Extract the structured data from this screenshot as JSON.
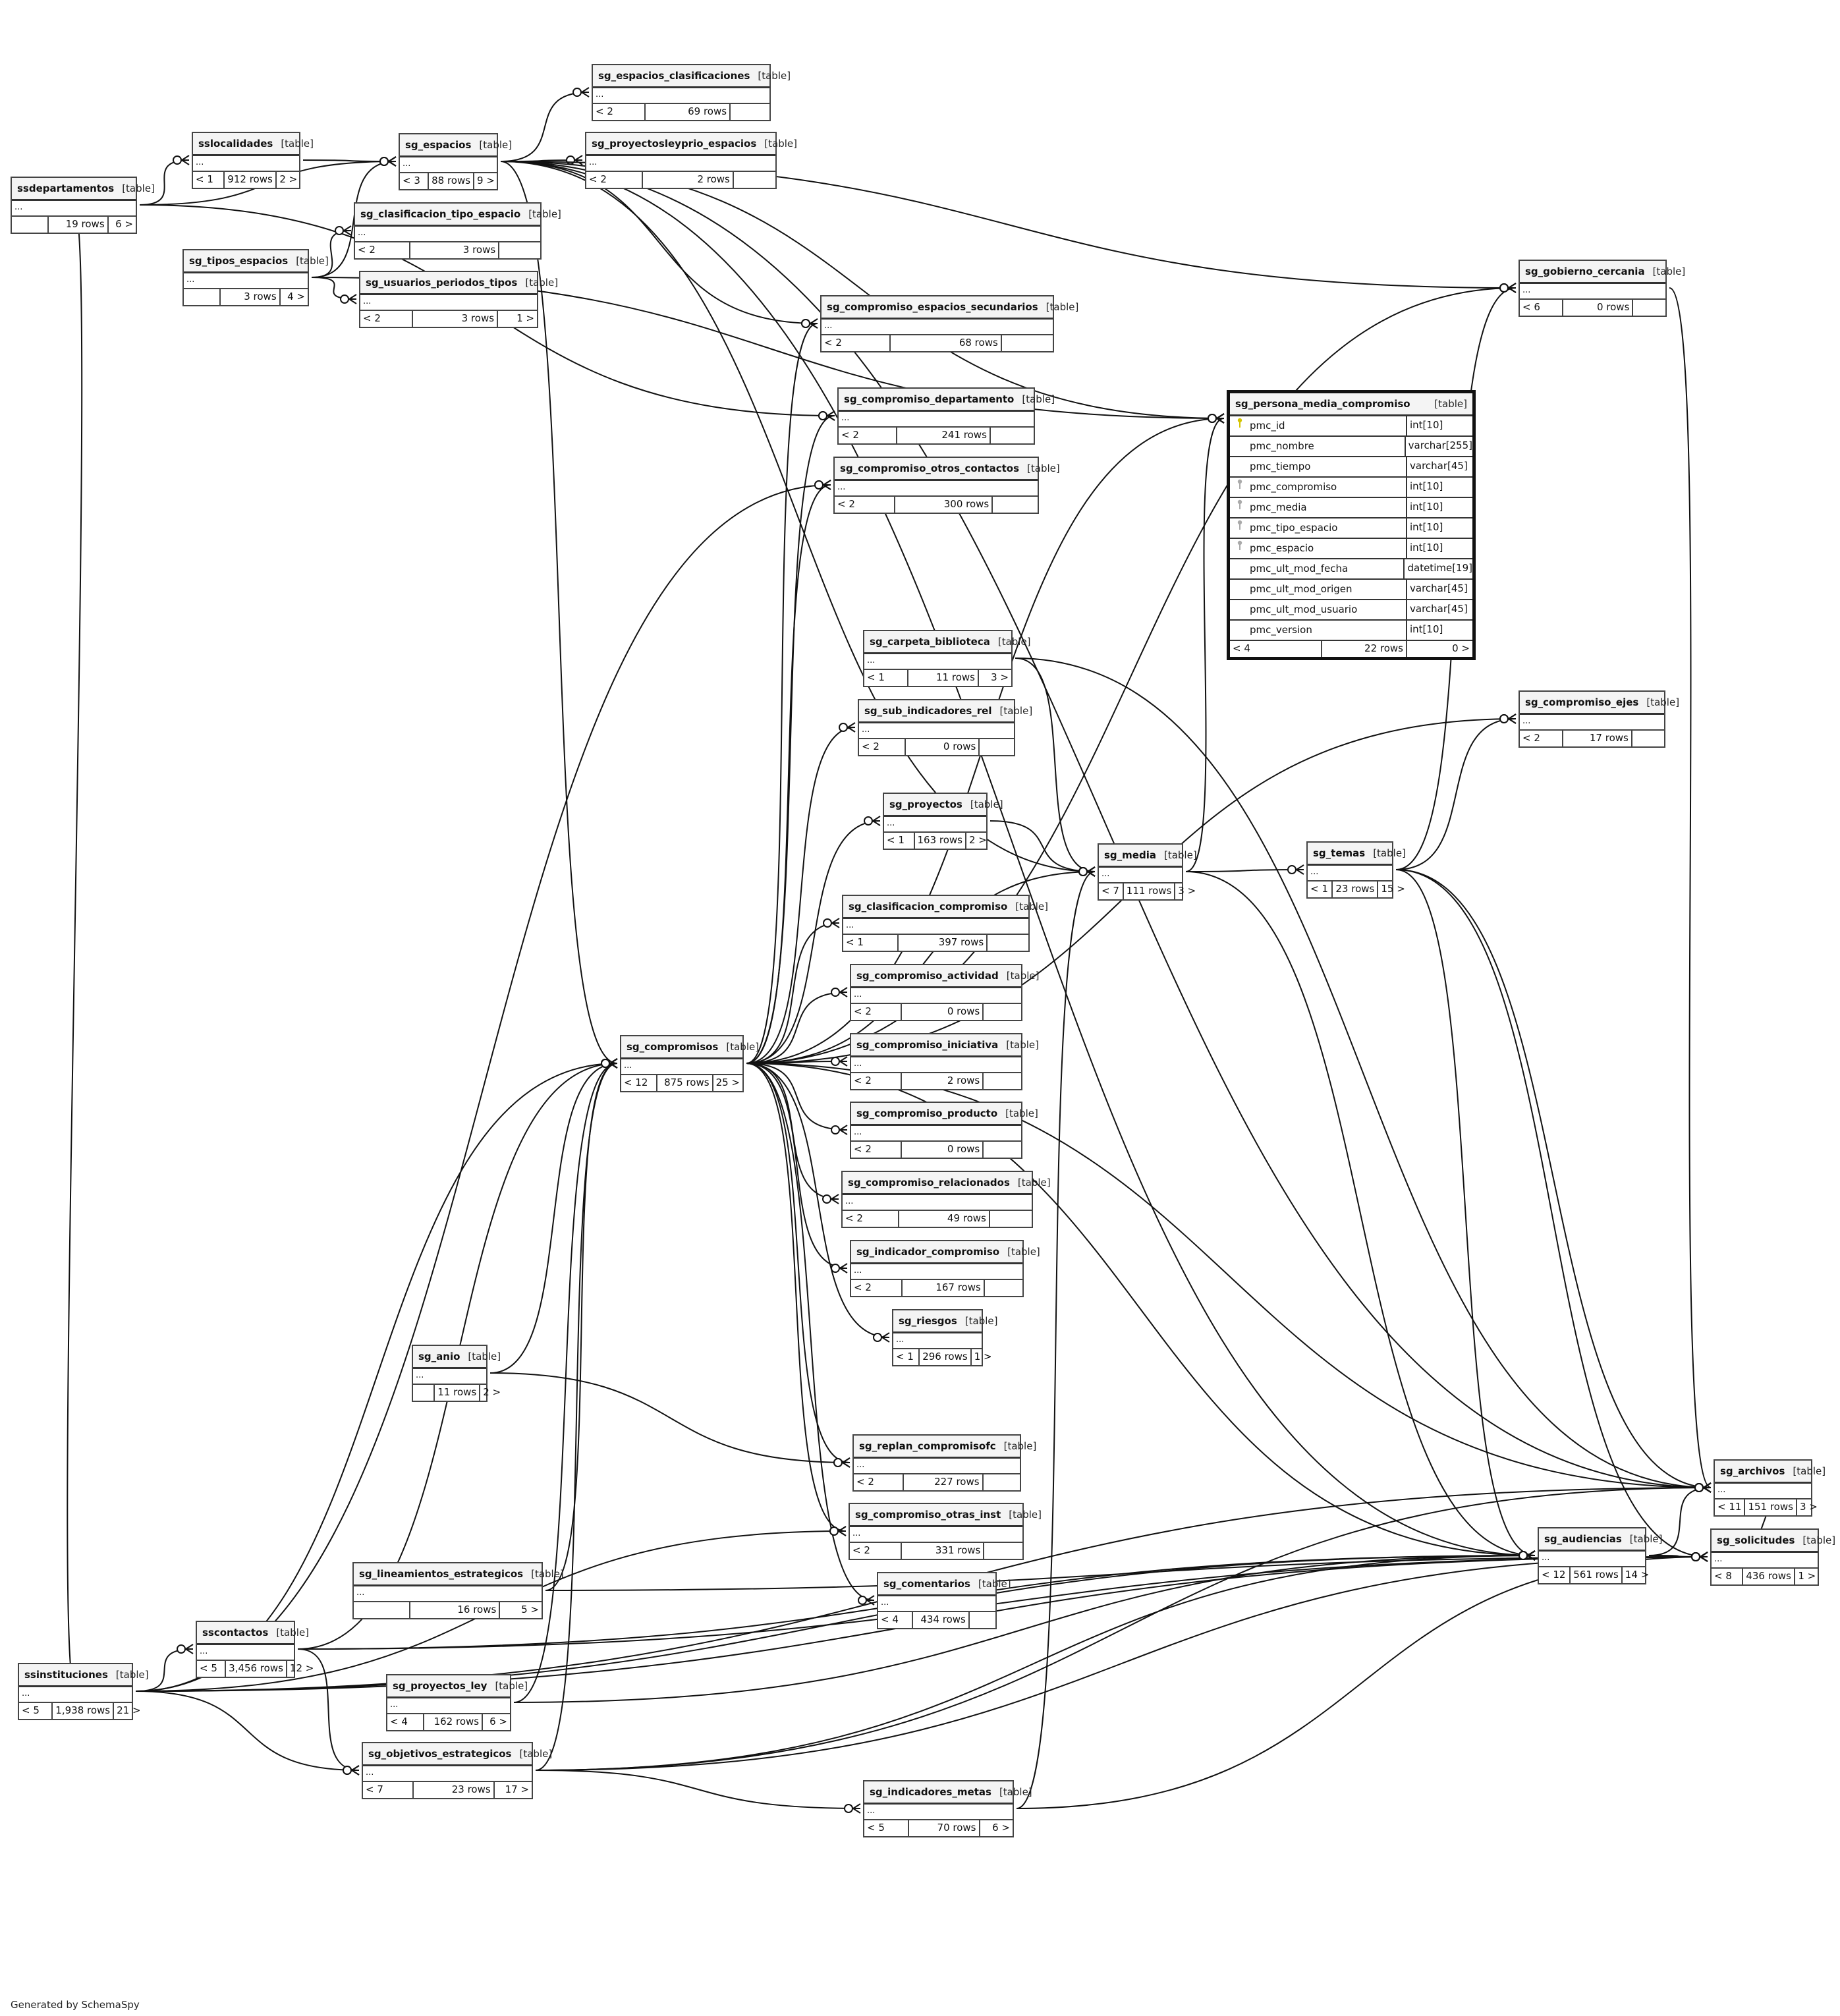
{
  "diagram": {
    "kind_label": "[table]",
    "ellipsis": "...",
    "footer": "Generated by SchemaSpy",
    "tables": [
      {
        "id": "ssdepartamentos",
        "name": "ssdepartamentos",
        "parents": "",
        "rows": "19 rows",
        "children": "6 >"
      },
      {
        "id": "sslocalidades",
        "name": "sslocalidades",
        "parents": "< 1",
        "rows": "912 rows",
        "children": "2 >"
      },
      {
        "id": "sg_espacios",
        "name": "sg_espacios",
        "parents": "< 3",
        "rows": "88 rows",
        "children": "9 >"
      },
      {
        "id": "sg_espacios_clasificaciones",
        "name": "sg_espacios_clasificaciones",
        "parents": "< 2",
        "rows": "69 rows",
        "children": ""
      },
      {
        "id": "sg_proyectosleyprio_espacios",
        "name": "sg_proyectosleyprio_espacios",
        "parents": "< 2",
        "rows": "2 rows",
        "children": ""
      },
      {
        "id": "sg_clasificacion_tipo_espacio",
        "name": "sg_clasificacion_tipo_espacio",
        "parents": "< 2",
        "rows": "3 rows",
        "children": ""
      },
      {
        "id": "sg_tipos_espacios",
        "name": "sg_tipos_espacios",
        "parents": "",
        "rows": "3 rows",
        "children": "4 >"
      },
      {
        "id": "sg_usuarios_periodos_tipos",
        "name": "sg_usuarios_periodos_tipos",
        "parents": "< 2",
        "rows": "3 rows",
        "children": "1 >"
      },
      {
        "id": "sg_compromiso_espacios_secundarios",
        "name": "sg_compromiso_espacios_secundarios",
        "parents": "< 2",
        "rows": "68 rows",
        "children": ""
      },
      {
        "id": "sg_gobierno_cercania",
        "name": "sg_gobierno_cercania",
        "parents": "< 6",
        "rows": "0 rows",
        "children": ""
      },
      {
        "id": "sg_compromiso_departamento",
        "name": "sg_compromiso_departamento",
        "parents": "< 2",
        "rows": "241 rows",
        "children": ""
      },
      {
        "id": "sg_compromiso_otros_contactos",
        "name": "sg_compromiso_otros_contactos",
        "parents": "< 2",
        "rows": "300 rows",
        "children": ""
      },
      {
        "id": "sg_carpeta_biblioteca",
        "name": "sg_carpeta_biblioteca",
        "parents": "< 1",
        "rows": "11 rows",
        "children": "3 >"
      },
      {
        "id": "sg_sub_indicadores_rel",
        "name": "sg_sub_indicadores_rel",
        "parents": "< 2",
        "rows": "0 rows",
        "children": ""
      },
      {
        "id": "sg_compromiso_ejes",
        "name": "sg_compromiso_ejes",
        "parents": "< 2",
        "rows": "17 rows",
        "children": ""
      },
      {
        "id": "sg_proyectos",
        "name": "sg_proyectos",
        "parents": "< 1",
        "rows": "163 rows",
        "children": "2 >"
      },
      {
        "id": "sg_media",
        "name": "sg_media",
        "parents": "< 7",
        "rows": "111 rows",
        "children": "3 >"
      },
      {
        "id": "sg_temas",
        "name": "sg_temas",
        "parents": "< 1",
        "rows": "23 rows",
        "children": "15 >"
      },
      {
        "id": "sg_clasificacion_compromiso",
        "name": "sg_clasificacion_compromiso",
        "parents": "< 1",
        "rows": "397 rows",
        "children": ""
      },
      {
        "id": "sg_compromiso_actividad",
        "name": "sg_compromiso_actividad",
        "parents": "< 2",
        "rows": "0 rows",
        "children": ""
      },
      {
        "id": "sg_compromisos",
        "name": "sg_compromisos",
        "parents": "< 12",
        "rows": "875 rows",
        "children": "25 >"
      },
      {
        "id": "sg_compromiso_iniciativa",
        "name": "sg_compromiso_iniciativa",
        "parents": "< 2",
        "rows": "2 rows",
        "children": ""
      },
      {
        "id": "sg_compromiso_producto",
        "name": "sg_compromiso_producto",
        "parents": "< 2",
        "rows": "0 rows",
        "children": ""
      },
      {
        "id": "sg_compromiso_relacionados",
        "name": "sg_compromiso_relacionados",
        "parents": "< 2",
        "rows": "49 rows",
        "children": ""
      },
      {
        "id": "sg_indicador_compromiso",
        "name": "sg_indicador_compromiso",
        "parents": "< 2",
        "rows": "167 rows",
        "children": ""
      },
      {
        "id": "sg_riesgos",
        "name": "sg_riesgos",
        "parents": "< 1",
        "rows": "296 rows",
        "children": "1 >"
      },
      {
        "id": "sg_anio",
        "name": "sg_anio",
        "parents": "",
        "rows": "11 rows",
        "children": "2 >"
      },
      {
        "id": "sg_replan_compromisofc",
        "name": "sg_replan_compromisofc",
        "parents": "< 2",
        "rows": "227 rows",
        "children": ""
      },
      {
        "id": "sg_compromiso_otras_inst",
        "name": "sg_compromiso_otras_inst",
        "parents": "< 2",
        "rows": "331 rows",
        "children": ""
      },
      {
        "id": "sg_lineamientos_estrategicos",
        "name": "sg_lineamientos_estrategicos",
        "parents": "",
        "rows": "16 rows",
        "children": "5 >"
      },
      {
        "id": "sg_comentarios",
        "name": "sg_comentarios",
        "parents": "< 4",
        "rows": "434 rows",
        "children": ""
      },
      {
        "id": "sg_audiencias",
        "name": "sg_audiencias",
        "parents": "< 12",
        "rows": "561 rows",
        "children": "14 >"
      },
      {
        "id": "sg_archivos",
        "name": "sg_archivos",
        "parents": "< 11",
        "rows": "151 rows",
        "children": "3 >"
      },
      {
        "id": "sg_solicitudes",
        "name": "sg_solicitudes",
        "parents": "< 8",
        "rows": "436 rows",
        "children": "1 >"
      },
      {
        "id": "sscontactos",
        "name": "sscontactos",
        "parents": "< 5",
        "rows": "3,456 rows",
        "children": "12 >"
      },
      {
        "id": "ssinstituciones",
        "name": "ssinstituciones",
        "parents": "< 5",
        "rows": "1,938 rows",
        "children": "21 >"
      },
      {
        "id": "sg_proyectos_ley",
        "name": "sg_proyectos_ley",
        "parents": "< 4",
        "rows": "162 rows",
        "children": "6 >"
      },
      {
        "id": "sg_objetivos_estrategicos",
        "name": "sg_objetivos_estrategicos",
        "parents": "< 7",
        "rows": "23 rows",
        "children": "17 >"
      },
      {
        "id": "sg_indicadores_metas",
        "name": "sg_indicadores_metas",
        "parents": "< 5",
        "rows": "70 rows",
        "children": "6 >"
      }
    ],
    "focus_table": {
      "id": "sg_persona_media_compromiso",
      "name": "sg_persona_media_compromiso",
      "parents": "< 4",
      "rows": "22 rows",
      "children": "0 >",
      "columns": [
        {
          "name": "pmc_id",
          "type": "int[10]",
          "key": "primary-key"
        },
        {
          "name": "pmc_nombre",
          "type": "varchar[255]",
          "key": ""
        },
        {
          "name": "pmc_tiempo",
          "type": "varchar[45]",
          "key": ""
        },
        {
          "name": "pmc_compromiso",
          "type": "int[10]",
          "key": "foreign-key"
        },
        {
          "name": "pmc_media",
          "type": "int[10]",
          "key": "foreign-key"
        },
        {
          "name": "pmc_tipo_espacio",
          "type": "int[10]",
          "key": "foreign-key"
        },
        {
          "name": "pmc_espacio",
          "type": "int[10]",
          "key": "foreign-key"
        },
        {
          "name": "pmc_ult_mod_fecha",
          "type": "datetime[19]",
          "key": ""
        },
        {
          "name": "pmc_ult_mod_origen",
          "type": "varchar[45]",
          "key": ""
        },
        {
          "name": "pmc_ult_mod_usuario",
          "type": "varchar[45]",
          "key": ""
        },
        {
          "name": "pmc_version",
          "type": "int[10]",
          "key": ""
        }
      ]
    },
    "relationships": [
      [
        "ssdepartamentos",
        "sslocalidades"
      ],
      [
        "ssdepartamentos",
        "sg_espacios"
      ],
      [
        "ssdepartamentos",
        "sg_compromiso_departamento"
      ],
      [
        "ssdepartamentos",
        "ssinstituciones"
      ],
      [
        "sslocalidades",
        "sg_espacios"
      ],
      [
        "sg_tipos_espacios",
        "sg_espacios"
      ],
      [
        "sg_tipos_espacios",
        "sg_clasificacion_tipo_espacio"
      ],
      [
        "sg_tipos_espacios",
        "sg_usuarios_periodos_tipos"
      ],
      [
        "sg_tipos_espacios",
        "sg_persona_media_compromiso"
      ],
      [
        "sg_espacios",
        "sg_espacios_clasificaciones"
      ],
      [
        "sg_espacios",
        "sg_proyectosleyprio_espacios"
      ],
      [
        "sg_espacios",
        "sg_compromiso_espacios_secundarios"
      ],
      [
        "sg_espacios",
        "sg_gobierno_cercania"
      ],
      [
        "sg_espacios",
        "sg_persona_media_compromiso"
      ],
      [
        "sg_espacios",
        "sg_compromisos"
      ],
      [
        "sg_espacios",
        "sg_media"
      ],
      [
        "sg_espacios",
        "sg_archivos"
      ],
      [
        "sg_espacios",
        "sg_audiencias"
      ],
      [
        "sg_compromisos",
        "sg_compromiso_espacios_secundarios"
      ],
      [
        "sg_compromisos",
        "sg_compromiso_departamento"
      ],
      [
        "sg_compromisos",
        "sg_compromiso_otros_contactos"
      ],
      [
        "sg_compromisos",
        "sg_sub_indicadores_rel"
      ],
      [
        "sg_compromisos",
        "sg_proyectos"
      ],
      [
        "sg_compromisos",
        "sg_media"
      ],
      [
        "sg_compromisos",
        "sg_clasificacion_compromiso"
      ],
      [
        "sg_compromisos",
        "sg_compromiso_actividad"
      ],
      [
        "sg_compromisos",
        "sg_compromiso_iniciativa"
      ],
      [
        "sg_compromisos",
        "sg_compromiso_producto"
      ],
      [
        "sg_compromisos",
        "sg_compromiso_relacionados"
      ],
      [
        "sg_compromisos",
        "sg_indicador_compromiso"
      ],
      [
        "sg_compromisos",
        "sg_riesgos"
      ],
      [
        "sg_compromisos",
        "sg_replan_compromisofc"
      ],
      [
        "sg_compromisos",
        "sg_compromiso_otras_inst"
      ],
      [
        "sg_compromisos",
        "sg_comentarios"
      ],
      [
        "sg_compromisos",
        "sg_persona_media_compromiso"
      ],
      [
        "sg_compromisos",
        "sg_gobierno_cercania"
      ],
      [
        "sg_compromisos",
        "sg_compromiso_ejes"
      ],
      [
        "sg_compromisos",
        "sg_archivos"
      ],
      [
        "sg_compromisos",
        "sg_audiencias"
      ],
      [
        "sg_carpeta_biblioteca",
        "sg_media"
      ],
      [
        "sg_carpeta_biblioteca",
        "sg_archivos"
      ],
      [
        "sg_proyectos",
        "sg_media"
      ],
      [
        "sg_media",
        "sg_temas"
      ],
      [
        "sg_media",
        "sg_persona_media_compromiso"
      ],
      [
        "sg_media",
        "sg_audiencias"
      ],
      [
        "sg_temas",
        "sg_compromiso_ejes"
      ],
      [
        "sg_temas",
        "sg_gobierno_cercania"
      ],
      [
        "sg_temas",
        "sg_audiencias"
      ],
      [
        "sg_temas",
        "sg_archivos"
      ],
      [
        "sg_temas",
        "sg_solicitudes"
      ],
      [
        "sg_anio",
        "sg_compromisos"
      ],
      [
        "sg_anio",
        "sg_replan_compromisofc"
      ],
      [
        "sg_lineamientos_estrategicos",
        "sg_compromisos"
      ],
      [
        "sg_lineamientos_estrategicos",
        "sg_solicitudes"
      ],
      [
        "sscontactos",
        "sg_compromisos"
      ],
      [
        "sscontactos",
        "sg_objetivos_estrategicos"
      ],
      [
        "sscontactos",
        "sg_audiencias"
      ],
      [
        "sscontactos",
        "sg_solicitudes"
      ],
      [
        "ssinstituciones",
        "sscontactos"
      ],
      [
        "ssinstituciones",
        "sg_compromisos"
      ],
      [
        "ssinstituciones",
        "sg_compromiso_otros_contactos"
      ],
      [
        "ssinstituciones",
        "sg_compromiso_otras_inst"
      ],
      [
        "ssinstituciones",
        "sg_objetivos_estrategicos"
      ],
      [
        "ssinstituciones",
        "sg_audiencias"
      ],
      [
        "ssinstituciones",
        "sg_solicitudes"
      ],
      [
        "ssinstituciones",
        "sg_archivos"
      ],
      [
        "sg_proyectos_ley",
        "sg_compromisos"
      ],
      [
        "sg_proyectos_ley",
        "sg_audiencias"
      ],
      [
        "sg_objetivos_estrategicos",
        "sg_compromisos"
      ],
      [
        "sg_objetivos_estrategicos",
        "sg_indicadores_metas"
      ],
      [
        "sg_objetivos_estrategicos",
        "sg_audiencias"
      ],
      [
        "sg_objetivos_estrategicos",
        "sg_solicitudes"
      ],
      [
        "sg_objetivos_estrategicos",
        "sg_archivos"
      ],
      [
        "sg_indicadores_metas",
        "sg_media"
      ],
      [
        "sg_indicadores_metas",
        "sg_solicitudes"
      ],
      [
        "sg_audiencias",
        "sg_archivos"
      ],
      [
        "sg_audiencias",
        "sg_solicitudes"
      ],
      [
        "sg_solicitudes",
        "sg_archivos"
      ],
      [
        "sg_gobierno_cercania",
        "sg_archivos"
      ]
    ]
  }
}
